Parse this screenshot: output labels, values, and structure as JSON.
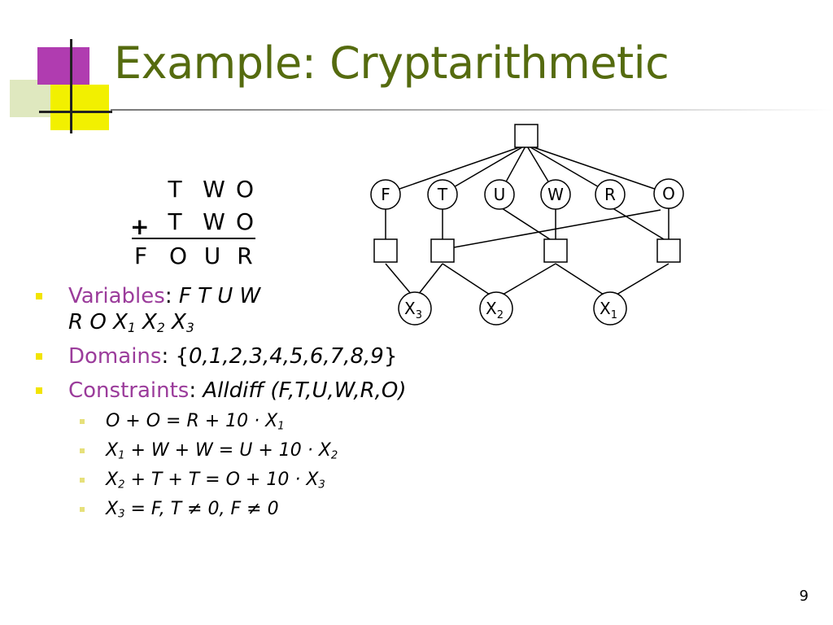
{
  "slide": {
    "title": "Example: Cryptarithmetic",
    "page_number": "9"
  },
  "puzzle": {
    "row1": [
      "T",
      "W",
      "O"
    ],
    "row2": [
      "T",
      "W",
      "O"
    ],
    "operator": "+",
    "result": [
      "F",
      "O",
      "U",
      "R"
    ]
  },
  "graph": {
    "variables": [
      "F",
      "T",
      "U",
      "W",
      "R",
      "O"
    ],
    "carries": [
      {
        "base": "X",
        "sub": "3"
      },
      {
        "base": "X",
        "sub": "2"
      },
      {
        "base": "X",
        "sub": "1"
      }
    ]
  },
  "variables": {
    "label": "Variables",
    "line1": "F T U W",
    "line2_parts": [
      {
        "base": "R O X",
        "sub": "1"
      },
      {
        "base": " X",
        "sub": "2"
      },
      {
        "base": " X",
        "sub": "3"
      }
    ]
  },
  "domains": {
    "label": "Domains",
    "open": "{",
    "value": "0,1,2,3,4,5,6,7,8,9",
    "close": "}"
  },
  "constraints": {
    "label": "Constraints",
    "value": "Alldiff (F,T,U,W,R,O)",
    "items": [
      {
        "pre": "O + O = R + 10 · X",
        "sub": "1",
        "post": ""
      },
      {
        "pre": "X",
        "sub": "1",
        "post": " + W + W = U + 10 · X",
        "sub2": "2"
      },
      {
        "pre": "X",
        "sub": "2",
        "post": " + T + T = O + 10 · X",
        "sub2": "3"
      },
      {
        "pre": "X",
        "sub": "3",
        "post": " = F, T ≠ 0, F ≠ 0"
      }
    ]
  },
  "colors": {
    "title": "#556b0f",
    "label": "#9b3c9b",
    "bullet": "#f2e400"
  }
}
